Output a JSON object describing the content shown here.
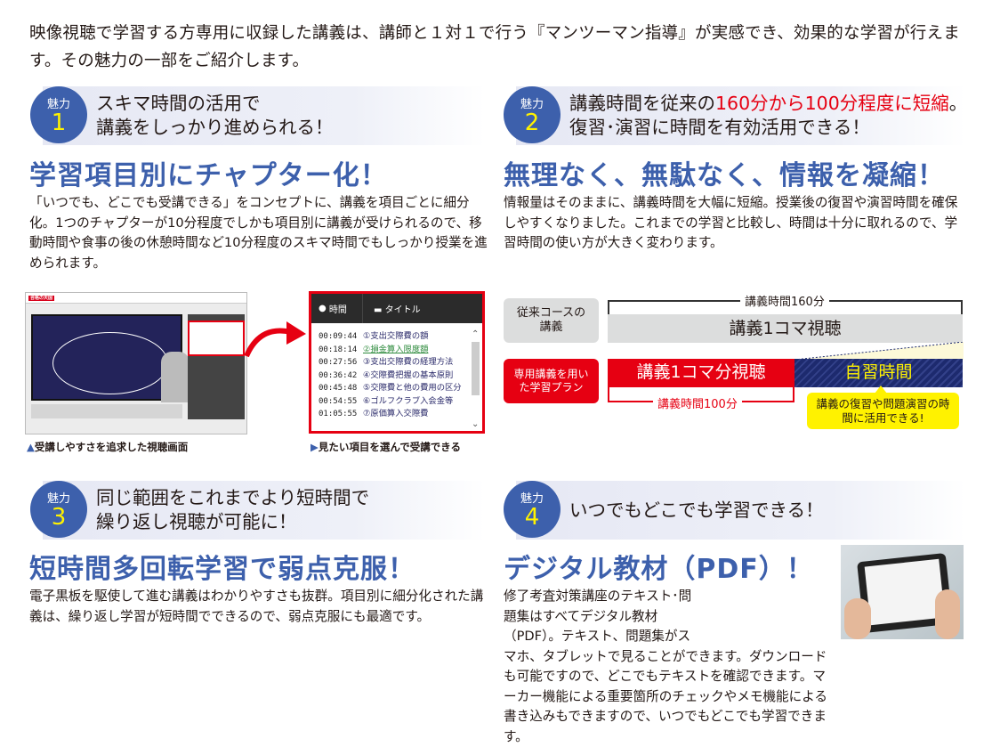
{
  "intro": "映像視聴で学習する方専用に収録した講義は、講師と１対１で行う『マンツーマン指導』が実感でき、効果的な学習が行えます。その魅力の一部をご紹介します。",
  "badge_label": "魅力",
  "features": [
    {
      "num": "1",
      "heading_lines": [
        "スキマ時間の活用で",
        "講義をしっかり進められる！"
      ],
      "title": "学習項目別にチャプター化！",
      "body": "「いつでも、どこでも受講できる」をコンセプトに、講義を項目ごとに細分化。1つのチャプターが10分程度でしかも項目別に講義が受けられるので、移動時間や食事の後の休憩時間など10分程度のスキマ時間でもしっかり授業を進められます。"
    },
    {
      "num": "2",
      "heading_pre": "講義時間を従来の",
      "heading_red": "160分から100分程度に短縮",
      "heading_post": "。",
      "heading_line2": "復習･演習に時間を有効活用できる！",
      "title": "無理なく、無駄なく、情報を凝縮！",
      "body": "情報量はそのままに、講義時間を大幅に短縮。授業後の復習や演習時間を確保しやすくなりました。これまでの学習と比較し、時間は十分に取れるので、学習時間の使い方が大きく変わります。"
    },
    {
      "num": "3",
      "heading_lines": [
        "同じ範囲をこれまでより短時間で",
        "繰り返し視聴が可能に！"
      ],
      "title": "短時間多回転学習で弱点克服！",
      "body": "電子黒板を駆使して進む講義はわかりやすさも抜群。項目別に細分化された講義は、繰り返し学習が短時間でできるので、弱点克服にも最適です。"
    },
    {
      "num": "4",
      "heading_lines": [
        "いつでもどこでも学習できる！"
      ],
      "title": "デジタル教材（PDF）！",
      "body": "修了考査対策講座のテキスト･問題集はすべてデジタル教材（PDF）。テキスト、問題集がスマホ、タブレットで見ることができます。ダウンロードも可能ですので、どこでもテキストを確認できます。マーカー機能による重要箇所のチェックやメモ機能による書き込みもできますので、いつでもどこでも学習できます。"
    }
  ],
  "video": {
    "logo": "合格の天国",
    "caption": "受講しやすさを追求した視聴画面"
  },
  "chapters": {
    "col_time": "時間",
    "col_title": "タイトル",
    "caption": "見たい項目を選んで受講できる",
    "active_index": 1,
    "items": [
      {
        "time": "00:09:44",
        "title": "①支出交際費の額"
      },
      {
        "time": "00:18:14",
        "title": "②損金算入限度額"
      },
      {
        "time": "00:27:56",
        "title": "③支出交際費の経理方法"
      },
      {
        "time": "00:36:42",
        "title": "④交際費把握の基本原則"
      },
      {
        "time": "00:45:48",
        "title": "⑤交際費と他の費用の区分"
      },
      {
        "time": "00:54:55",
        "title": "⑥ゴルフクラブ入会金等"
      },
      {
        "time": "01:05:55",
        "title": "⑦原価算入交際費"
      }
    ]
  },
  "comparison": {
    "old_label": "従来コースの講義",
    "old_time": "講義時間160分",
    "old_bar": "講義1コマ視聴",
    "new_label": "専用講義を用いた学習プラン",
    "new_bar": "講義1コマ分視聴",
    "new_time": "講義時間100分",
    "self_study": "自習時間",
    "callout": "講義の復習や問題演習の時間に活用できる!",
    "old_minutes": 160,
    "new_minutes": 100,
    "colors": {
      "red": "#e60012",
      "navy": "#1d2a6e",
      "gray": "#dcdddd",
      "yellow": "#fff200",
      "blue": "#3d60ac"
    }
  }
}
